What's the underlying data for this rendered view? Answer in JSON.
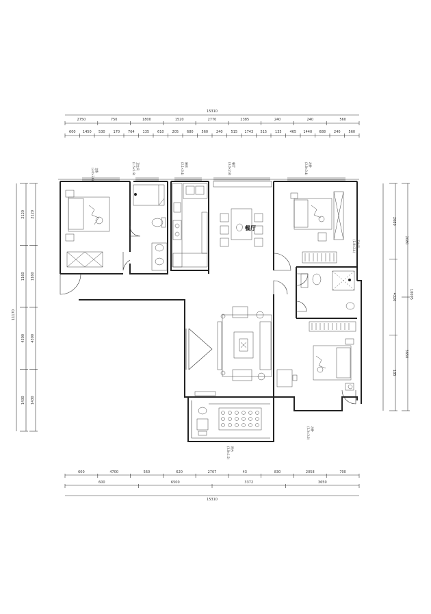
{
  "dimensions": {
    "top_total": "15310",
    "top_row1": [
      "2750",
      "750",
      "1800",
      "1520",
      "2770",
      "2385",
      "240",
      "240",
      "560"
    ],
    "top_row2": [
      "600",
      "1450",
      "530",
      "170",
      "764",
      "135",
      "610",
      "205",
      "680",
      "560",
      "240",
      "515",
      "1743",
      "515",
      "135",
      "465",
      "1440",
      "688",
      "240",
      "560"
    ],
    "bottom_row1": [
      "600",
      "4700",
      "560",
      "620",
      "2707",
      "43",
      "830",
      "2058",
      "700"
    ],
    "bottom_row2": [
      "600",
      "6500",
      "3372",
      "3650"
    ],
    "bottom_total": "15310",
    "left_outer": [
      "2120",
      "1160",
      "4300",
      "1430"
    ],
    "left_inner": [
      "2120",
      "1160",
      "4300",
      "1430"
    ],
    "left_total": "11170",
    "right_outer": [
      "2080",
      "4320",
      "185"
    ],
    "right_inner": [
      "2080",
      "3650"
    ],
    "right_total": "10095"
  },
  "room_labels": [
    {
      "name": "主卧",
      "size": "(3.0×3.6)"
    },
    {
      "name": "卫生间",
      "size": "(1.5×1.9)"
    },
    {
      "name": "厨房",
      "size": "(2.1×3.4)"
    },
    {
      "name": "餐厅",
      "size": "(3.0×2.8)"
    },
    {
      "name": "次卧",
      "size": "(2.8×3.4)"
    },
    {
      "name": "卫生间",
      "size": "(1.8×2.4)"
    },
    {
      "name": "次卧",
      "size": "(3.3×3.6)"
    },
    {
      "name": "阳台",
      "size": "(3.8×1.5)"
    }
  ],
  "center_label": "餐厅"
}
